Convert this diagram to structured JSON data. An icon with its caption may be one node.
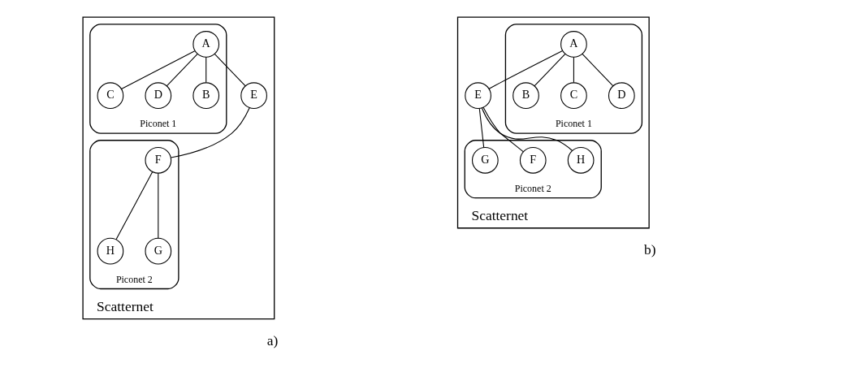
{
  "diagram": {
    "nodes": [
      {
        "text": [
          "Scatternet"
        ],
        "beside": [
          "a)"
        ]
      },
      {
        "text": [
          "Piconet 1"
        ],
        "in": 0
      },
      {
        "text": [
          "Piconet 2"
        ],
        "in": 0
      },
      {
        "text": [
          "A"
        ],
        "in": 1
      },
      {
        "text": [
          "B"
        ],
        "in": 1
      },
      {
        "text": [
          "C"
        ],
        "in": 1
      },
      {
        "text": [
          "D"
        ],
        "in": 1
      },
      {
        "text": [
          "E"
        ],
        "in": 0
      },
      {
        "text": [
          "F"
        ],
        "in": 2
      },
      {
        "text": [
          "G"
        ],
        "in": 2
      },
      {
        "text": [
          "H"
        ],
        "in": 2
      },
      {
        "text": [
          "Scatternet"
        ],
        "beside": [
          "b)"
        ]
      },
      {
        "text": [
          "Piconet 1"
        ],
        "in": 11
      },
      {
        "text": [
          "Piconet 2"
        ],
        "in": 11
      },
      {
        "text": [
          "A"
        ],
        "in": 12
      },
      {
        "text": [
          "B"
        ],
        "in": 12
      },
      {
        "text": [
          "C"
        ],
        "in": 12
      },
      {
        "text": [
          "D"
        ],
        "in": 12
      },
      {
        "text": [
          "E"
        ],
        "in": 11
      },
      {
        "text": [
          "F"
        ],
        "in": 13
      },
      {
        "text": [
          "G"
        ],
        "in": 13
      },
      {
        "text": [
          "H"
        ],
        "in": 13
      }
    ],
    "edges": [
      {
        "from": 3,
        "to": 4,
        "arrow": "none"
      },
      {
        "from": 3,
        "to": 5,
        "arrow": "none"
      },
      {
        "from": 3,
        "to": 6,
        "arrow": "none"
      },
      {
        "from": 3,
        "to": 7,
        "arrow": "none"
      },
      {
        "from": 7,
        "to": 8,
        "arrow": "none"
      },
      {
        "from": 8,
        "to": 9,
        "arrow": "none"
      },
      {
        "from": 8,
        "to": 10,
        "arrow": "none"
      },
      {
        "from": 14,
        "to": 15,
        "arrow": "none"
      },
      {
        "from": 14,
        "to": 16,
        "arrow": "none"
      },
      {
        "from": 14,
        "to": 17,
        "arrow": "none"
      },
      {
        "from": 14,
        "to": 18,
        "arrow": "none"
      },
      {
        "from": 18,
        "to": 19,
        "arrow": "none"
      },
      {
        "from": 18,
        "to": 20,
        "arrow": "none"
      },
      {
        "from": 18,
        "to": 21,
        "arrow": "none"
      }
    ]
  }
}
